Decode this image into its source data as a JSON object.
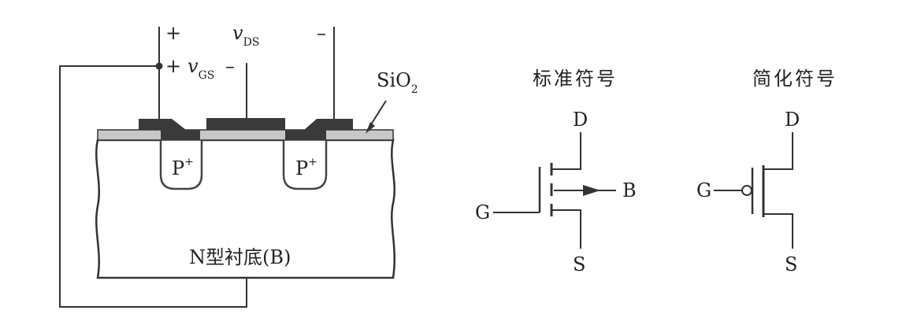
{
  "device": {
    "top_plus": "+",
    "vds_v": "v",
    "vds_sub": "DS",
    "top_minus": "–",
    "gate_plus": "+",
    "vgs_v": "v",
    "vgs_sub": "GS",
    "vgs_minus": "–",
    "oxide_label": "SiO",
    "oxide_sub": "2",
    "p_left": "P",
    "p_left_sup": "+",
    "p_right": "P",
    "p_right_sup": "+",
    "substrate_label": "N型衬底(B)"
  },
  "standard_symbol": {
    "title": "标准符号",
    "drain": "D",
    "gate": "G",
    "source": "S",
    "body": "B"
  },
  "simplified_symbol": {
    "title": "简化符号",
    "drain": "D",
    "gate": "G",
    "source": "S"
  },
  "colors": {
    "line": "#333333",
    "metal": "#3a3a3a",
    "oxide": "#c8c8c8",
    "substrate": "#ffffff"
  }
}
